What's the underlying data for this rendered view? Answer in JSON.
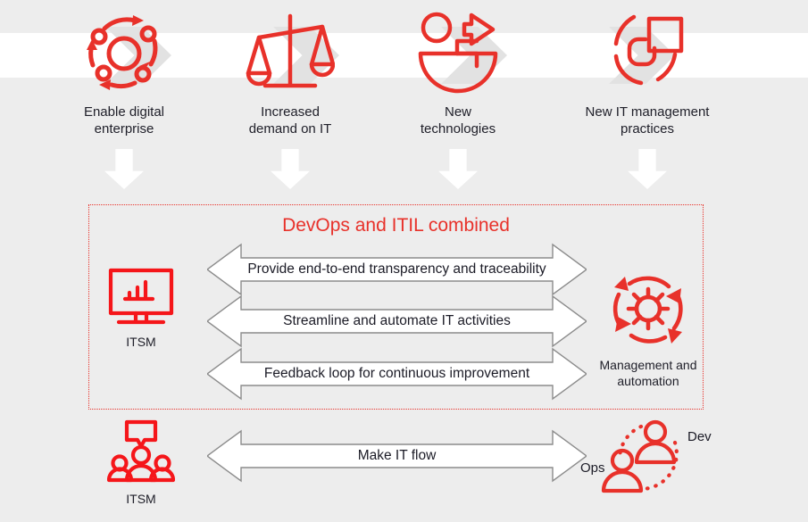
{
  "theme": {
    "background": "#ededed",
    "accent_red": "#e8312a",
    "band_white": "#ffffff",
    "chevron_gray": "#e2e2e2",
    "arrow_outline": "#8c8c8c",
    "text_dark": "#1b1b26"
  },
  "drivers": [
    {
      "icon": "circular-arrows-network-icon",
      "label_line1": "Enable digital",
      "label_line2": "enterprise"
    },
    {
      "icon": "balance-scales-icon",
      "label_line1": "Increased",
      "label_line2": "demand on IT"
    },
    {
      "icon": "pie-chart-arrow-icon",
      "label_line1": "New",
      "label_line2": "technologies"
    },
    {
      "icon": "rotating-square-process-icon",
      "label_line1": "New IT management",
      "label_line2": "practices"
    }
  ],
  "combined_box": {
    "title": "DevOps and ITIL combined",
    "left": {
      "icon": "monitor-chart-icon",
      "caption": "ITSM"
    },
    "right": {
      "icon": "gear-cycle-icon",
      "caption_line1": "Management and",
      "caption_line2": "automation"
    },
    "arrows": [
      {
        "label": "Provide end-to-end transparency and traceability"
      },
      {
        "label": "Streamline and automate IT activities"
      },
      {
        "label": "Feedback loop for continuous improvement"
      }
    ]
  },
  "bottom_row": {
    "left": {
      "icon": "people-speech-bubble-icon",
      "caption": "ITSM"
    },
    "arrow": {
      "label": "Make IT flow"
    },
    "right": {
      "icon": "dev-ops-people-icon",
      "label_dev": "Dev",
      "label_ops": "Ops"
    }
  }
}
